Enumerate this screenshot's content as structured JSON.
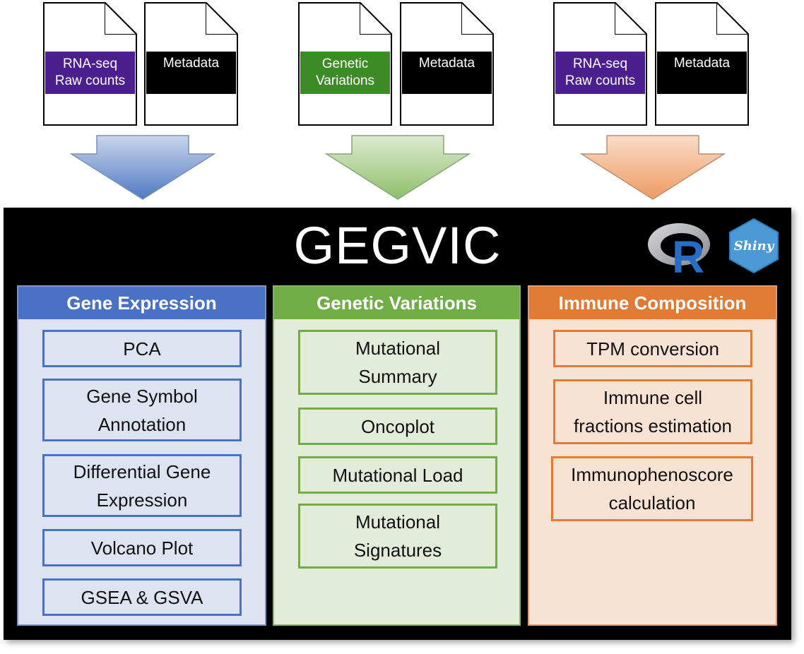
{
  "inputs": [
    {
      "data_label": "RNA-seq\nRaw counts",
      "data_color": "#4b1f8e",
      "meta_label": "Metadata",
      "arrow_color": "#7f9fd0"
    },
    {
      "data_label": "Genetic\nVariations",
      "data_color": "#3d8b27",
      "meta_label": "Metadata",
      "arrow_color": "#9cc57c"
    },
    {
      "data_label": "RNA-seq\nRaw counts",
      "data_color": "#4b1f8e",
      "meta_label": "Metadata",
      "arrow_color": "#f0a877"
    }
  ],
  "title": "GEGVIC",
  "logos": {
    "r": "R",
    "shiny": "Shiny"
  },
  "columns": [
    {
      "header": "Gene Expression",
      "header_color": "#4a72c4",
      "bg": "#dde3f0",
      "border": "#4a72c4",
      "items": [
        "PCA",
        "Gene Symbol\nAnnotation",
        "Differential Gene\nExpression",
        "Volcano Plot",
        "GSEA & GSVA"
      ]
    },
    {
      "header": "Genetic Variations",
      "header_color": "#70ad47",
      "bg": "#e3ecdb",
      "border": "#70ad47",
      "items": [
        "Mutational\nSummary",
        "Oncoplot",
        "Mutational Load",
        "Mutational\nSignatures"
      ]
    },
    {
      "header": "Immune Composition",
      "header_color": "#e07a35",
      "bg": "#f7e2d4",
      "border": "#e07a35",
      "items": [
        "TPM conversion",
        "Immune cell\nfractions estimation",
        "Immunophenoscore\ncalculation"
      ]
    }
  ]
}
